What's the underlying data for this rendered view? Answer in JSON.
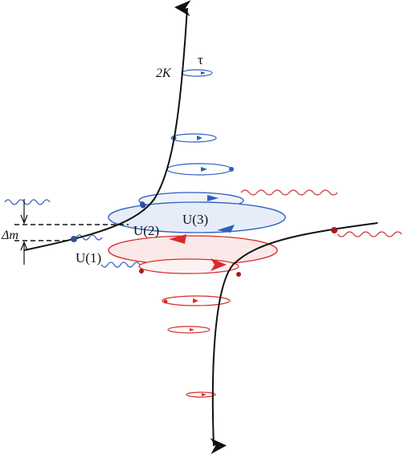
{
  "labels": {
    "two_k": "2K",
    "tau": "τ",
    "u1": "U(1)",
    "u2": "U(2)",
    "u3": "U(3)",
    "delta_m": "Δm"
  },
  "colors": {
    "axis": "#111111",
    "upper_orbits": "#2f5fbf",
    "upper_fill": "#e6edf9",
    "lower_orbits": "#d92b2b",
    "lower_fill": "#fbe9e9",
    "dashed": "#111111"
  },
  "icons": {
    "axis_top": "arrowhead-up-icon",
    "axis_bottom": "arrowhead-down-icon"
  }
}
